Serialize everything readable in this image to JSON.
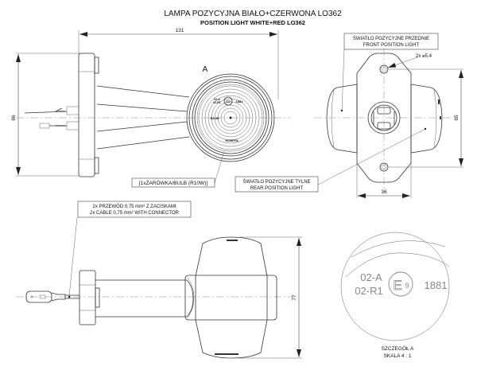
{
  "title": {
    "main": "LAMPA POZYCYJNA BIAŁO+CZERWONA LO362",
    "sub": "POSITION LIGHT WHITE+RED LO362"
  },
  "side_view": {
    "dim_length": "131",
    "dim_height": "86",
    "detail_marker": "A",
    "lens_marking_top": "02-A",
    "lens_marking_bottom": "02-R1",
    "lens_approval": "E9",
    "lens_number": "1881",
    "lens_bulb": "R10W",
    "lens_brand": "HORPOL",
    "bulb_label": "[1xŻARÓWKA/BULB (R10W)]"
  },
  "front_view": {
    "front_label_pl": "ŚWIATŁO POZYCYJNE PRZEDNIE",
    "front_label_en": "FRONT POSITION LIGHT",
    "rear_label_pl": "ŚWIATŁO POZYCYJNE TYLNE",
    "rear_label_en": "REAR POSITION LIGHT",
    "hole_label": "2x ⌀5,4",
    "dim_hole_spacing": "65",
    "dim_width": "36"
  },
  "top_view": {
    "cable_label_pl": "2x PRZEWÓD 0,75 mm² Z ZACISKAMI",
    "cable_label_en": "2x CABLE 0,75 mm² WITH CONNECTOR",
    "dim_height": "77"
  },
  "detail": {
    "marking_line1": "02-A",
    "marking_line2": "02-R1",
    "approval_letter": "E",
    "approval_number": "9",
    "number": "1881",
    "caption_line1": "SZCZEGÓŁ A",
    "caption_line2": "SKALA 4 : 1"
  }
}
